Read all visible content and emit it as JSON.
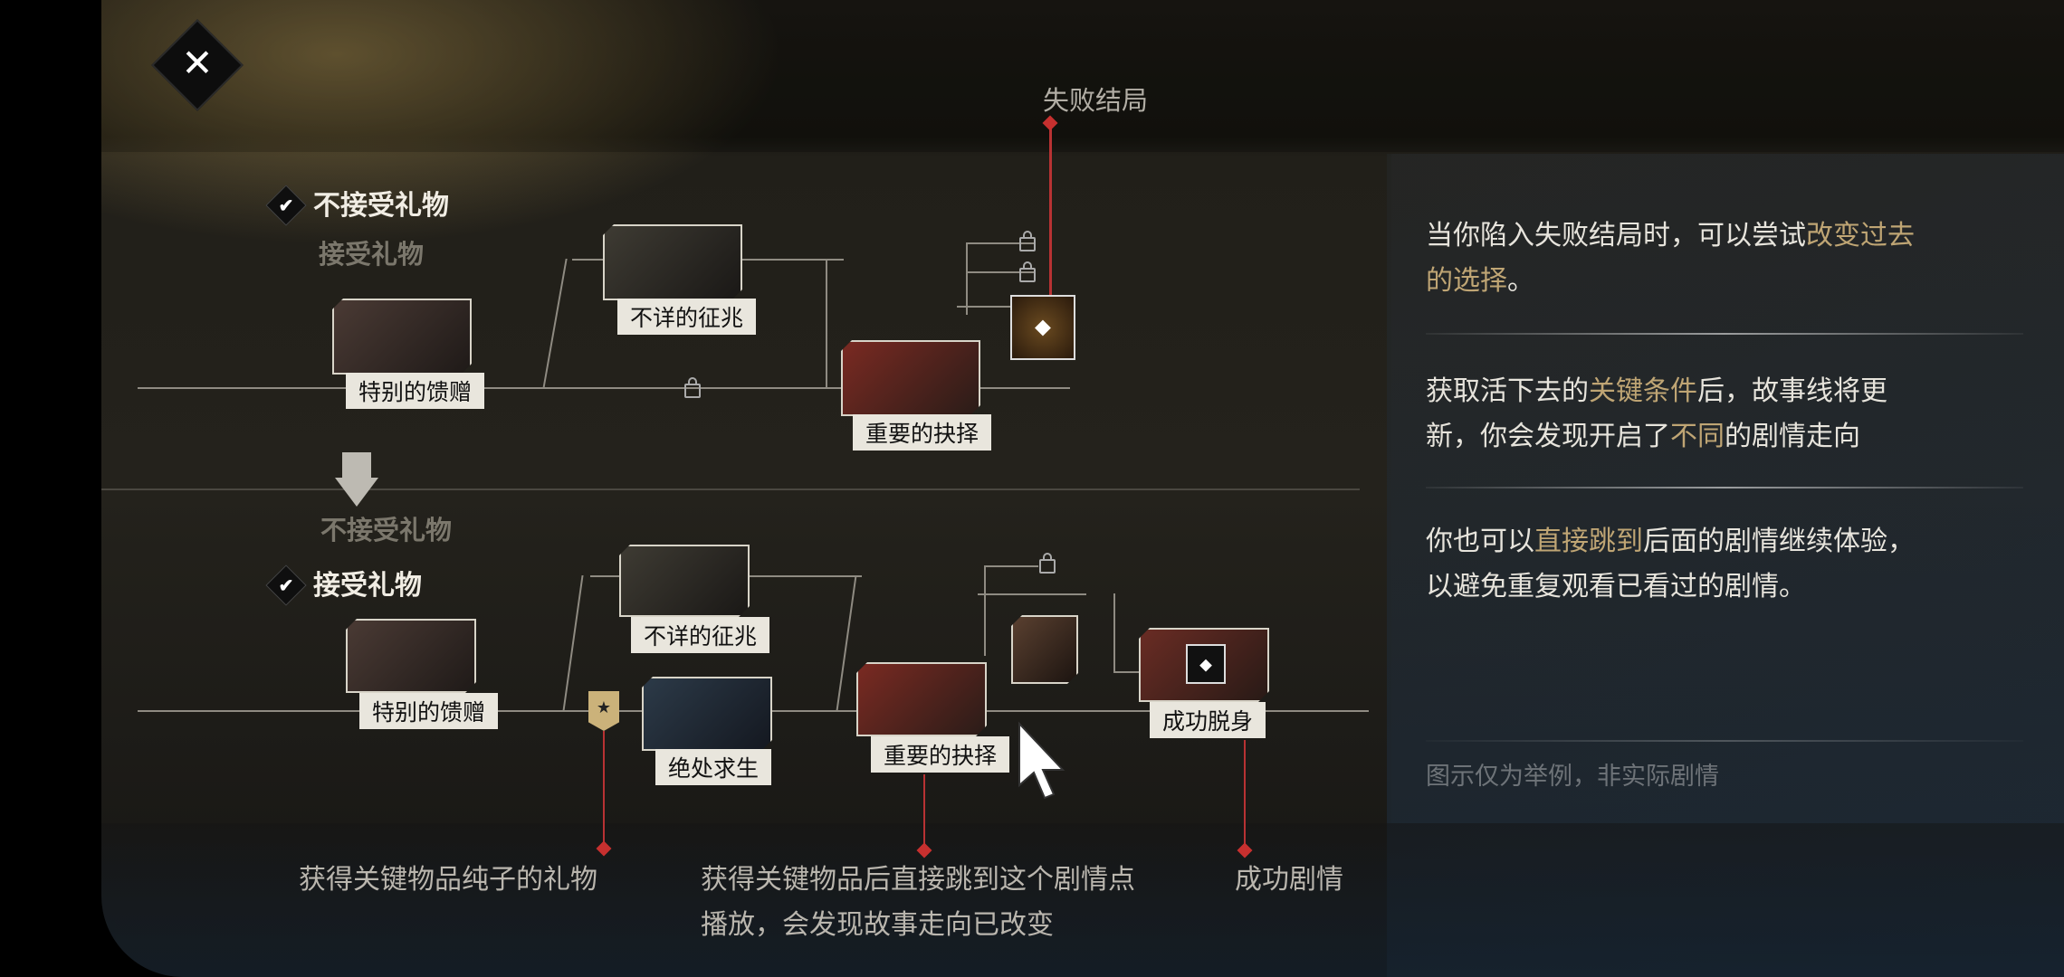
{
  "close_icon": "close-icon",
  "top_caption": "失败结局",
  "section1": {
    "choice_selected": "不接受礼物",
    "choice_other": "接受礼物"
  },
  "section2": {
    "choice_other": "不接受礼物",
    "choice_selected": "接受礼物"
  },
  "nodes1": {
    "gift": "特别的馈赠",
    "omen": "不详的征兆",
    "choice": "重要的抉择"
  },
  "nodes2": {
    "gift": "特别的馈赠",
    "omen": "不详的征兆",
    "escape": "绝处求生",
    "choice": "重要的抉择",
    "success": "成功脱身"
  },
  "right_panel": {
    "p1": [
      "当你陷入失败结局时，可以尝试",
      "改变过去的选择",
      "。"
    ],
    "p2": [
      "获取活下去的",
      "关键条件",
      "后，故事线将更新，你会发现开启了",
      "不同",
      "的剧情走向"
    ],
    "p3": [
      "你也可以",
      "直接跳到",
      "后面的剧情继续体验，以避免重复观看已看过的剧情。"
    ],
    "note": "图示仅为举例，非实际剧情"
  },
  "captions": {
    "item": "获得关键物品纯子的礼物",
    "jump": "获得关键物品后直接跳到这个剧情点播放，会发现故事走向已改变",
    "success": "成功剧情"
  },
  "highlight_color": "#bfa574",
  "red_color": "#c7302f"
}
